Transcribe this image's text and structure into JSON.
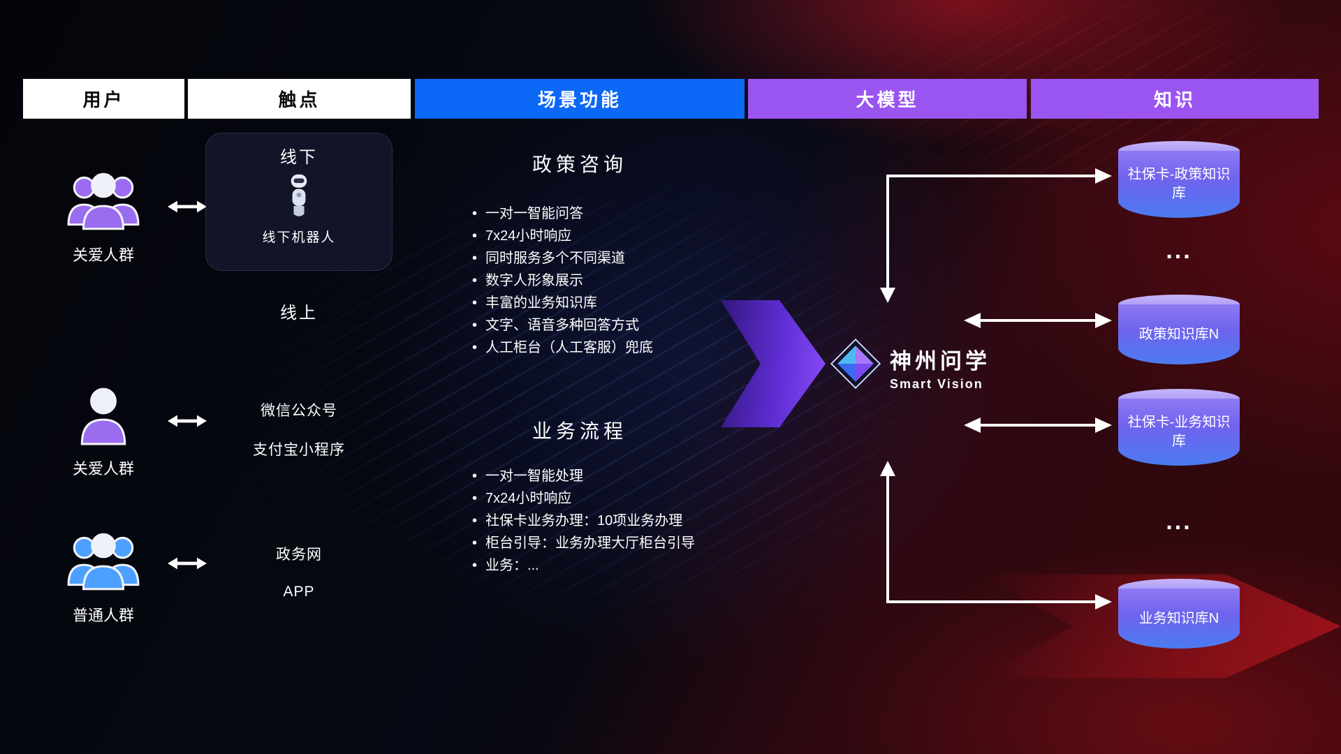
{
  "headers": [
    {
      "label": "用户"
    },
    {
      "label": "触点"
    },
    {
      "label": "场景功能"
    },
    {
      "label": "大模型"
    },
    {
      "label": "知识"
    }
  ],
  "users": [
    {
      "label": "关爱人群"
    },
    {
      "label": "关爱人群"
    },
    {
      "label": "普通人群"
    }
  ],
  "touchpoints": {
    "offline_title": "线下",
    "offline_robot": "线下机器人",
    "online_title": "线上",
    "wechat": "微信公众号",
    "alipay": "支付宝小程序",
    "gov": "政务网",
    "app": "APP"
  },
  "scenes": [
    {
      "title": "政策咨询",
      "items": [
        "一对一智能问答",
        "7x24小时响应",
        "同时服务多个不同渠道",
        "数字人形象展示",
        "丰富的业务知识库",
        "文字、语音多种回答方式",
        "人工柜台（人工客服）兜底"
      ]
    },
    {
      "title": "业务流程",
      "items": [
        "一对一智能处理",
        "7x24小时响应",
        "社保卡业务办理：10项业务办理",
        "柜台引导：业务办理大厅柜台引导",
        "业务：..."
      ]
    }
  ],
  "model": {
    "name": "神州问学",
    "subtitle": "Smart Vision"
  },
  "knowledge": {
    "db1": "社保卡-政策知识库",
    "dots1": "...",
    "db2": "政策知识库N",
    "db3": "社保卡-业务知识库",
    "dots2": "...",
    "db4": "业务知识库N"
  },
  "icons": {
    "group_purple": "group-people-icon",
    "person_purple": "person-icon",
    "group_blue": "group-people-icon",
    "robot": "robot-icon",
    "bidirectional": "bidirectional-arrow-icon",
    "logo": "diamond-logo-icon"
  },
  "colors": {
    "header_blue": "#0c68f6",
    "header_purple": "#9a55f0",
    "cylinder_cap": "#c6b6fa",
    "cylinder_body_top": "#8f7af3",
    "cylinder_body_bottom": "#4b7bf0",
    "flow_arrow_purple": "#8a4cf8",
    "user_purple": "#9a6cf0",
    "user_blue": "#4da0ff",
    "connector_white": "#ffffff"
  }
}
